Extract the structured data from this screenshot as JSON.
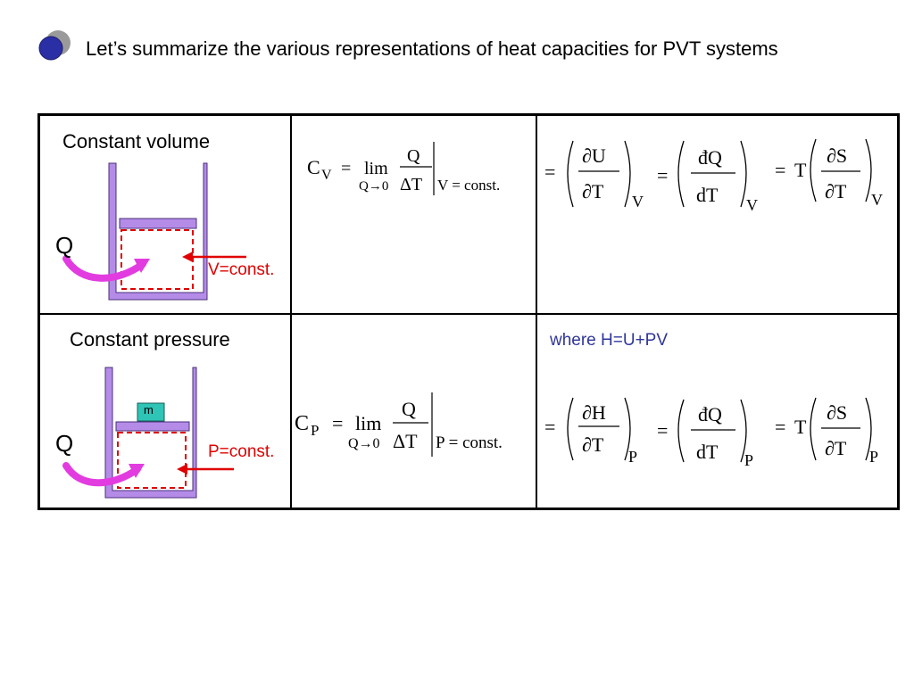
{
  "title": "Let’s summarize the various representations of heat capacities for PVT systems",
  "rows": [
    {
      "label": "Constant volume",
      "heat_label": "Q",
      "constraint_label": "V=const."
    },
    {
      "label": "Constant pressure",
      "heat_label": "Q",
      "mass_label": "m",
      "constraint_label": "P=const.",
      "note": "where H=U+PV"
    }
  ],
  "equations": {
    "cv_symbol": "C",
    "cv_sub": "V",
    "cp_symbol": "C",
    "cp_sub": "P",
    "eq": "=",
    "lim": "lim",
    "lim_under": "Q→0",
    "Q": "Q",
    "dT_delta": "ΔT",
    "cond_v": "V = const.",
    "cond_p": "P = const.",
    "partial_U": "∂U",
    "partial_H": "∂H",
    "partial_T": "∂T",
    "partial_S": "∂S",
    "dQ": "đQ",
    "dT": "dT",
    "T": "T",
    "sub_V": "V",
    "sub_P": "P"
  },
  "colors": {
    "bullet_fill": "#2b2fa6",
    "bullet_shadow": "#9a9a9a",
    "cylinder": "#b48ce8",
    "cylinder_stroke": "#4a2f7a",
    "mass_fill": "#2ec4b6",
    "dashed_red": "#e00000",
    "arrow_magenta": "#e23ce0"
  }
}
